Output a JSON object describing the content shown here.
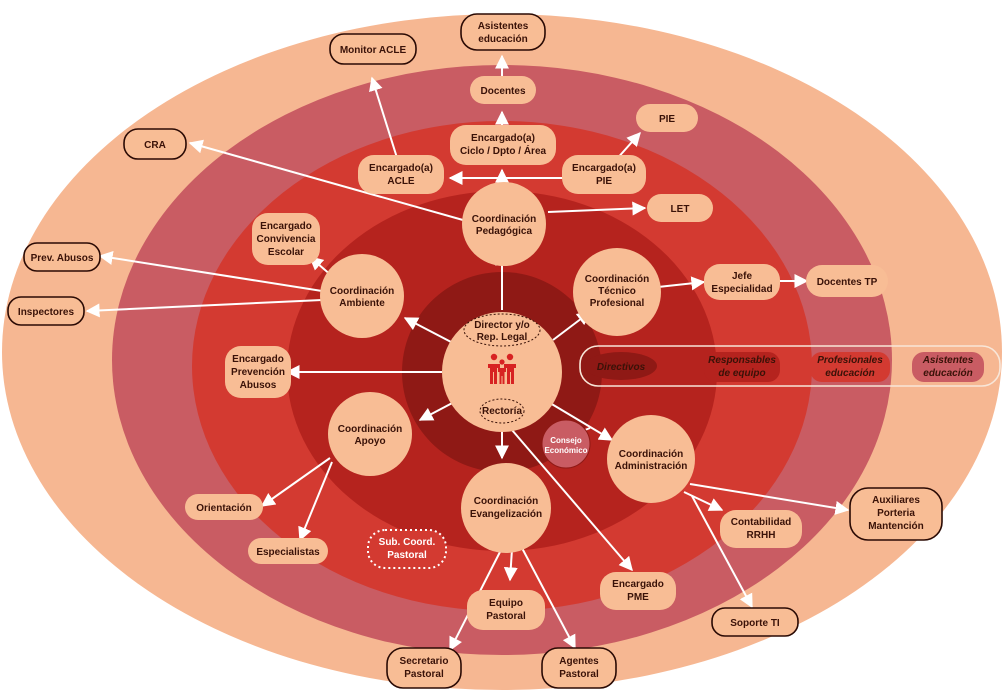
{
  "colors": {
    "ring_outer": "#f6b792",
    "ring_2": "#c95c63",
    "ring_3": "#d33a31",
    "ring_4": "#b5231e",
    "center": "#8f1915",
    "node": "#f8bd95",
    "text": "#3a1208",
    "connector": "#ffffff",
    "logo": "#d72222"
  },
  "center": {
    "top_label": [
      "Director y/o",
      "Rep. Legal"
    ],
    "logo_icon": "family-logo-icon",
    "bottom_label": "Rectoría"
  },
  "consejo": [
    "Consejo",
    "Económico"
  ],
  "coordinations": {
    "pedagogica": [
      "Coordinación",
      "Pedagógica"
    ],
    "tecnico": [
      "Coordinación",
      "Técnico",
      "Profesional"
    ],
    "ambiente": [
      "Coordinación",
      "Ambiente"
    ],
    "apoyo": [
      "Coordinación",
      "Apoyo"
    ],
    "evangelizacion": [
      "Coordinación",
      "Evangelización"
    ],
    "administracion": [
      "Coordinación",
      "Administración"
    ]
  },
  "team_leads": {
    "ciclo": [
      "Encargado(a)",
      "Ciclo / Dpto / Área"
    ],
    "acle": [
      "Encargado(a)",
      "ACLE"
    ],
    "pie": [
      "Encargado(a)",
      "PIE"
    ],
    "convivencia": [
      "Encargado",
      "Convivencia",
      "Escolar"
    ],
    "prevencion": [
      "Encargado",
      "Prevención",
      "Abusos"
    ],
    "jefe": [
      "Jefe",
      "Especialidad"
    ],
    "subcoord": [
      "Sub. Coord.",
      "Pastoral"
    ],
    "equipo": [
      "Equipo",
      "Pastoral"
    ],
    "pme": [
      "Encargado",
      "PME"
    ],
    "contabilidad": [
      "Contabilidad",
      "RRHH"
    ]
  },
  "professionals": {
    "docentes": "Docentes",
    "pie": "PIE",
    "let": "LET",
    "docentes_tp": "Docentes TP",
    "orientacion": "Orientación",
    "especialistas": "Especialistas"
  },
  "assistants": {
    "asistentes": [
      "Asistentes",
      "educación"
    ],
    "monitor": "Monitor ACLE",
    "cra": "CRA",
    "prev_abusos": "Prev. Abusos",
    "inspectores": "Inspectores",
    "auxiliares": [
      "Auxiliares",
      "Porteria",
      "Mantención"
    ],
    "soporte": "Soporte TI",
    "secretario": [
      "Secretario",
      "Pastoral"
    ],
    "agentes": [
      "Agentes",
      "Pastoral"
    ]
  },
  "legend": {
    "items": [
      [
        "Directivos"
      ],
      [
        "Responsables",
        "de equipo"
      ],
      [
        "Profesionales",
        "educación"
      ],
      [
        "Asistentes",
        "educación"
      ]
    ]
  }
}
